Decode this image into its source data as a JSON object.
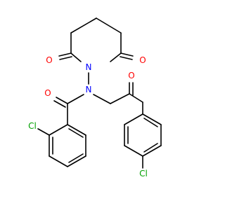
{
  "molecule": {
    "atoms": {
      "o1": "O",
      "o2": "O",
      "n1": "N",
      "n2": "N",
      "o3": "O",
      "o4": "O",
      "cl1": "Cl",
      "cl2": "Cl"
    }
  },
  "colors": {
    "bond": "#000000",
    "oxygen": "#ff0000",
    "nitrogen": "#0000ff",
    "chlorine": "#00a000",
    "background": "#ffffff"
  }
}
